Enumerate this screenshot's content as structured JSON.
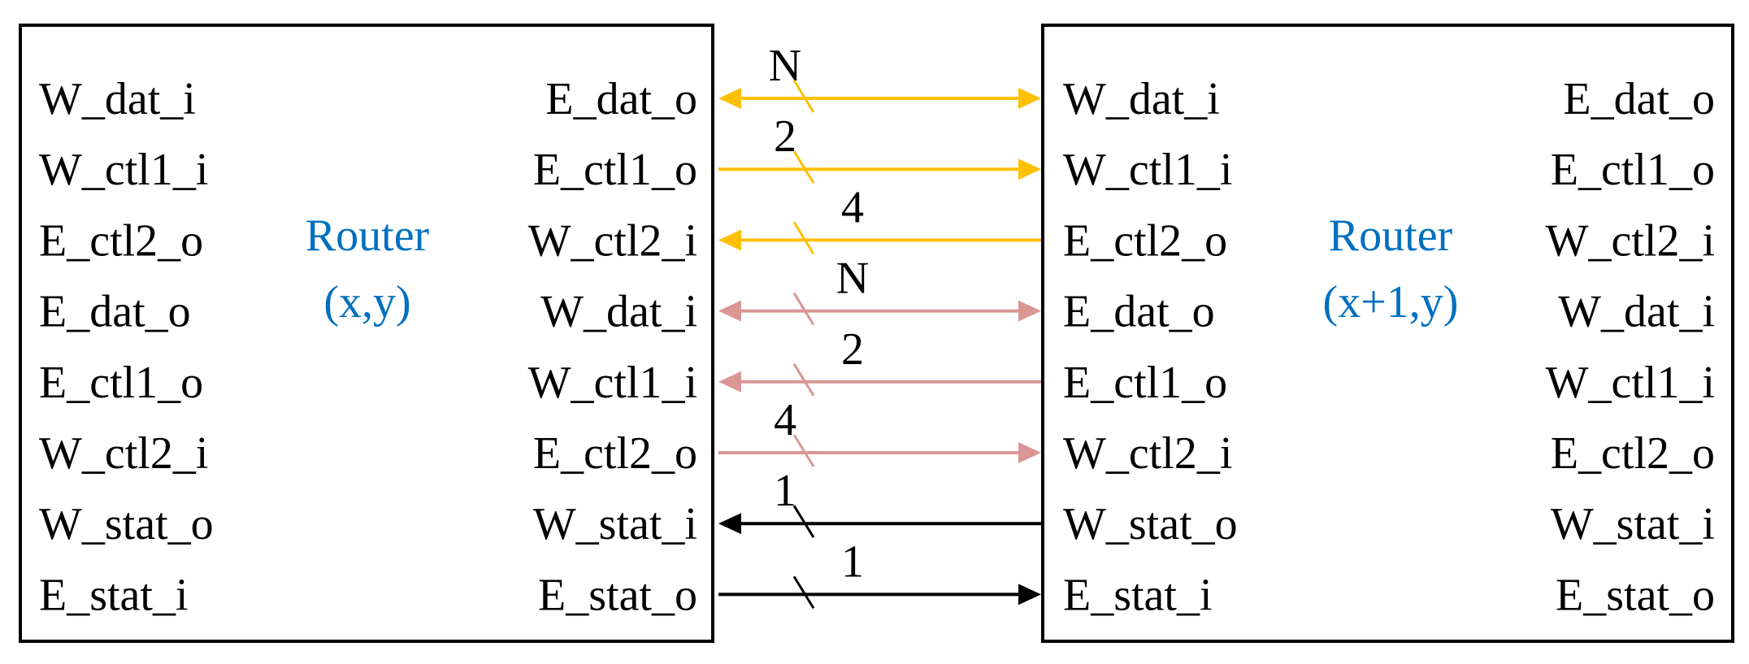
{
  "colors": {
    "data": "#FFC000",
    "return": "#D99694",
    "status": "#000000",
    "router_label": "#0070C0"
  },
  "left_router": {
    "title": "Router",
    "coords": "(x,y)",
    "left_ports": [
      "W_dat_i",
      "W_ctl1_i",
      "E_ctl2_o",
      "E_dat_o",
      "E_ctl1_o",
      "W_ctl2_i",
      "W_stat_o",
      "E_stat_i"
    ],
    "right_ports": [
      "E_dat_o",
      "E_ctl1_o",
      "W_ctl2_i",
      "W_dat_i",
      "W_ctl1_i",
      "E_ctl2_o",
      "W_stat_i",
      "E_stat_o"
    ]
  },
  "right_router": {
    "title": "Router",
    "coords": "(x+1,y)",
    "left_ports": [
      "W_dat_i",
      "W_ctl1_i",
      "E_ctl2_o",
      "E_dat_o",
      "E_ctl1_o",
      "W_ctl2_i",
      "W_stat_o",
      "E_stat_i"
    ],
    "right_ports": [
      "E_dat_o",
      "E_ctl1_o",
      "W_ctl2_i",
      "W_dat_i",
      "W_ctl1_i",
      "E_ctl2_o",
      "W_stat_i",
      "E_stat_o"
    ]
  },
  "links": [
    {
      "width": "N",
      "direction": "both",
      "color": "#FFC000"
    },
    {
      "width": "2",
      "direction": "right",
      "color": "#FFC000"
    },
    {
      "width": "4",
      "direction": "left",
      "color": "#FFC000"
    },
    {
      "width": "N",
      "direction": "both",
      "color": "#D99694"
    },
    {
      "width": "2",
      "direction": "left",
      "color": "#D99694"
    },
    {
      "width": "4",
      "direction": "right",
      "color": "#D99694"
    },
    {
      "width": "1",
      "direction": "left",
      "color": "#000000"
    },
    {
      "width": "1",
      "direction": "right",
      "color": "#000000"
    }
  ]
}
